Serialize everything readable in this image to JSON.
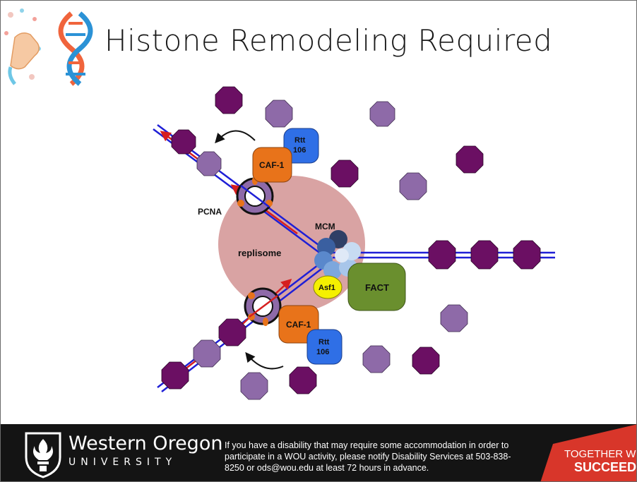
{
  "slide": {
    "title": "Histone Remodeling Required"
  },
  "diagram": {
    "labels": {
      "pcna": "PCNA",
      "mcm": "MCM",
      "replisome": "replisome",
      "caf1_top": "CAF-1",
      "caf1_bottom": "CAF-1",
      "rtt_top_line1": "Rtt",
      "rtt_top_line2": "106",
      "rtt_bottom_line1": "Rtt",
      "rtt_bottom_line2": "106",
      "asf1": "Asf1",
      "fact": "FACT"
    },
    "colors": {
      "dark_histone": "#6b0f63",
      "light_histone": "#8e6aa8",
      "replisome": "#d9a3a3",
      "caf1": "#e8731a",
      "rtt": "#2f6fe6",
      "asf1": "#f5f000",
      "fact": "#6a8f2e",
      "dna_blue": "#1f1fd6",
      "dna_red": "#d61f1f"
    }
  },
  "footer": {
    "university_name": "Western Oregon",
    "university_sub": "UNIVERSITY",
    "notice": "If you have a disability that may require some accommodation in order to participate in a WOU activity, please notify Disability Services at 503-838-8250 or ods@wou.edu at least 72 hours in advance.",
    "tagline_1": "TOGETHER WE",
    "tagline_2": "SUCCEED",
    "colors": {
      "background": "#141414",
      "accent": "#d8362a"
    }
  }
}
